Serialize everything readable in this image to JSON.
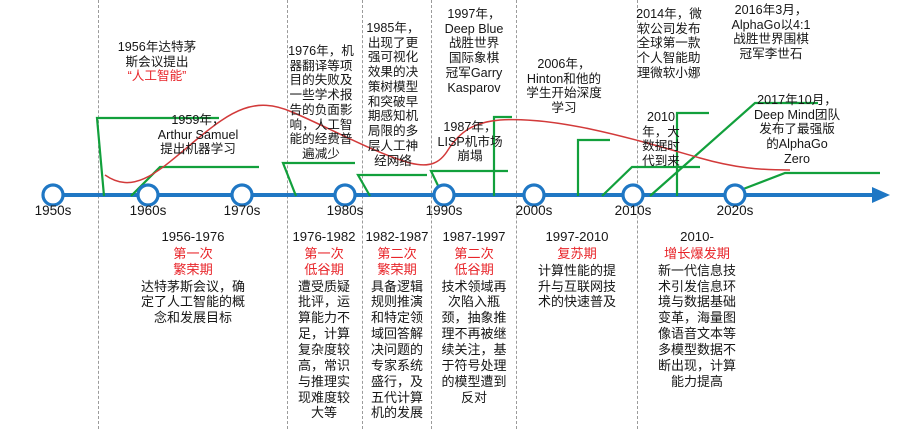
{
  "axis": {
    "ticks": [
      "1950s",
      "1960s",
      "1970s",
      "1980s",
      "1990s",
      "2000s",
      "2010s",
      "2020s"
    ],
    "line_color": "#1f77c4",
    "connector_color": "#12a03c",
    "highlight_color": "#e8252a"
  },
  "annotations": [
    {
      "name": "anno-1956-dartmouth",
      "lines": [
        "1956年达特茅",
        "斯会议提出"
      ],
      "highlight_line": "“人工智能”"
    },
    {
      "name": "anno-1959-arthur-samuel",
      "lines": [
        "1959年，",
        "Arthur Samuel",
        "提出机器学习"
      ],
      "highlight_line": ""
    },
    {
      "name": "anno-1976-funding-cut",
      "lines": [
        "1976年，机",
        "器翻译等项",
        "目的失败及",
        "一些学术报",
        "告的负面影",
        "响，人工智",
        "能的经费普",
        "遍减少"
      ],
      "highlight_line": ""
    },
    {
      "name": "anno-1985-decision-tree",
      "lines": [
        "1985年，",
        "出现了更",
        "强可视化",
        "效果的决",
        "策树模型",
        "和突破早",
        "期感知机",
        "局限的多",
        "层人工神",
        "经网络"
      ],
      "highlight_line": ""
    },
    {
      "name": "anno-1997-deep-blue",
      "lines": [
        "1997年，",
        "Deep Blue",
        "战胜世界",
        "国际象棋",
        "冠军Garry",
        "Kasparov"
      ],
      "highlight_line": ""
    },
    {
      "name": "anno-1987-lisp-crash",
      "lines": [
        "1987年，",
        "LISP机市场",
        "崩塌"
      ],
      "highlight_line": ""
    },
    {
      "name": "anno-2006-hinton",
      "lines": [
        "2006年，",
        "Hinton和他的",
        "学生开始深度",
        "学习"
      ],
      "highlight_line": ""
    },
    {
      "name": "anno-2014-cortana",
      "lines": [
        "2014年，微",
        "软公司发布",
        "全球第一款",
        "个人智能助",
        "理微软小娜"
      ],
      "highlight_line": ""
    },
    {
      "name": "anno-2010-big-data",
      "lines": [
        "2010",
        "年，大",
        "数据时",
        "代到来"
      ],
      "highlight_line": ""
    },
    {
      "name": "anno-2016-alphago",
      "lines": [
        "2016年3月，",
        "AlphaGo以4:1",
        "战胜世界围棋",
        "冠军李世石"
      ],
      "highlight_line": ""
    },
    {
      "name": "anno-2017-alphago-zero",
      "lines": [
        "2017年10月，",
        "Deep Mind团队",
        "发布了最强版",
        "的AlphaGo",
        "Zero"
      ],
      "highlight_line": ""
    }
  ],
  "phases": [
    {
      "name": "phase-first-boom",
      "years": "1956-1976",
      "phase_name_lines": [
        "第一次",
        "繁荣期"
      ],
      "desc_lines": [
        "达特茅斯会议，确",
        "定了人工智能的概",
        "念和发展目标"
      ]
    },
    {
      "name": "phase-first-winter",
      "years": "1976-1982",
      "phase_name_lines": [
        "第一次",
        "低谷期"
      ],
      "desc_lines": [
        "遭受质疑",
        "批评，运",
        "算能力不",
        "足，计算",
        "复杂度较",
        "高，常识",
        "与推理实",
        "现难度较",
        "大等"
      ]
    },
    {
      "name": "phase-second-boom",
      "years": "1982-1987",
      "phase_name_lines": [
        "第二次",
        "繁荣期"
      ],
      "desc_lines": [
        "具备逻辑",
        "规则推演",
        "和特定领",
        "域回答解",
        "决问题的",
        "专家系统",
        "盛行，及",
        "五代计算",
        "机的发展"
      ]
    },
    {
      "name": "phase-second-winter",
      "years": "1987-1997",
      "phase_name_lines": [
        "第二次",
        "低谷期"
      ],
      "desc_lines": [
        "技术领域再",
        "次陷入瓶",
        "颈，抽象推",
        "理不再被继",
        "续关注，基",
        "于符号处理",
        "的模型遭到",
        "反对"
      ]
    },
    {
      "name": "phase-recovery",
      "years": "1997-2010",
      "phase_name_lines": [
        "复苏期"
      ],
      "desc_lines": [
        "计算性能的提",
        "升与互联网技",
        "术的快速普及"
      ]
    },
    {
      "name": "phase-explosive-growth",
      "years": "2010-",
      "phase_name_lines": [
        "增长爆发期"
      ],
      "desc_lines": [
        "新一代信息技",
        "术引发信息环",
        "境与数据基础",
        "变革，海量图",
        "像语音文本等",
        "多模型数据不",
        "断出现，计算",
        "能力提高"
      ]
    }
  ]
}
